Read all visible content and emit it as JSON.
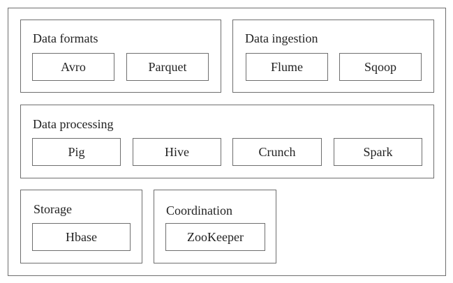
{
  "groups": {
    "formats": {
      "title": "Data formats",
      "items": [
        "Avro",
        "Parquet"
      ]
    },
    "ingestion": {
      "title": "Data ingestion",
      "items": [
        "Flume",
        "Sqoop"
      ]
    },
    "processing": {
      "title": "Data processing",
      "items": [
        "Pig",
        "Hive",
        "Crunch",
        "Spark"
      ]
    },
    "storage": {
      "title": "Storage",
      "items": [
        "Hbase"
      ]
    },
    "coordination": {
      "title": "Coordination",
      "items": [
        "ZooKeeper"
      ]
    }
  }
}
